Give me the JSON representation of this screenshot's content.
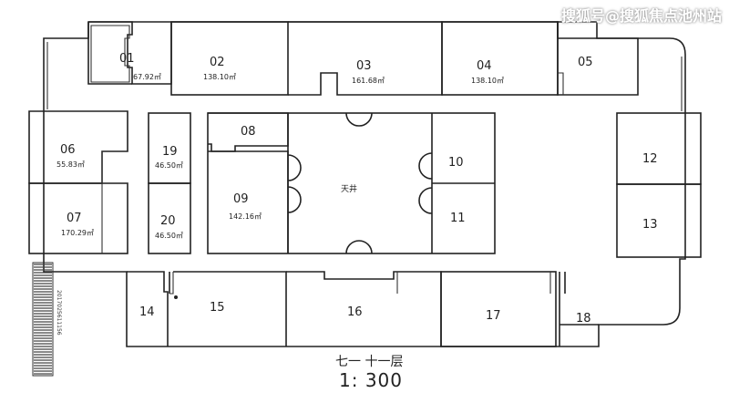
{
  "watermark": "搜狐号@搜狐焦点池州站",
  "floor_label": "七一 十一层",
  "scale": "1: 300",
  "atrium": "天井",
  "stair_code": "2017025611156",
  "rooms": {
    "r01": {
      "num": "01",
      "area": "67.92㎡"
    },
    "r02": {
      "num": "02",
      "area": "138.10㎡"
    },
    "r03": {
      "num": "03",
      "area": "161.68㎡"
    },
    "r04": {
      "num": "04",
      "area": "138.10㎡"
    },
    "r05": {
      "num": "05"
    },
    "r06": {
      "num": "06",
      "area": "55.83㎡"
    },
    "r07": {
      "num": "07",
      "area": "170.29㎡"
    },
    "r08": {
      "num": "08"
    },
    "r09": {
      "num": "09",
      "area": "142.16㎡"
    },
    "r10": {
      "num": "10"
    },
    "r11": {
      "num": "11"
    },
    "r12": {
      "num": "12"
    },
    "r13": {
      "num": "13"
    },
    "r14": {
      "num": "14"
    },
    "r15": {
      "num": "15"
    },
    "r16": {
      "num": "16"
    },
    "r17": {
      "num": "17"
    },
    "r18": {
      "num": "18"
    },
    "r19": {
      "num": "19",
      "area": "46.50㎡"
    },
    "r20": {
      "num": "20",
      "area": "46.50㎡"
    }
  }
}
